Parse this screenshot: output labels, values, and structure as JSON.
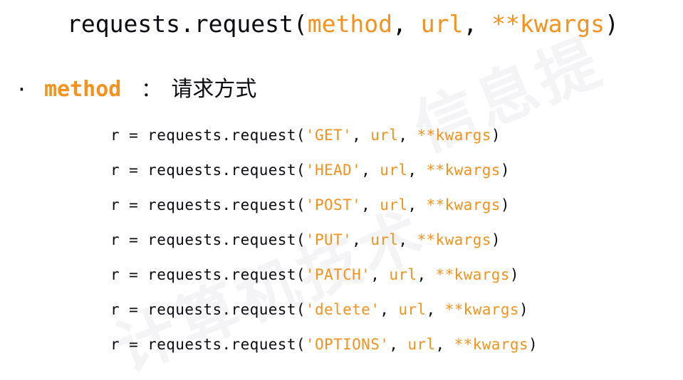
{
  "meta": {
    "accent_color": "#f5921e",
    "text_color": "#0b0b12",
    "background_color": "#ffffff",
    "watermark_color": "#f4f4f6"
  },
  "watermark": {
    "line_a": "信息提",
    "line_b": "计算机技术"
  },
  "title": {
    "prefix": "requests.request(",
    "arg1": "method",
    "sep1": ", ",
    "arg2": "url",
    "sep2": ", ",
    "arg3": "**kwargs",
    "suffix": ")"
  },
  "bullet": {
    "dot": "·",
    "key": "method",
    "separator": "：",
    "value": "请求方式"
  },
  "code": {
    "prefix": "r = requests.request(",
    "comma": ", ",
    "url_arg": "url",
    "kwargs_arg": "**kwargs",
    "suffix": ")",
    "lines": [
      {
        "method": "'GET'"
      },
      {
        "method": "'HEAD'"
      },
      {
        "method": "'POST'"
      },
      {
        "method": "'PUT'"
      },
      {
        "method": "'PATCH'"
      },
      {
        "method": "'delete'"
      },
      {
        "method": "'OPTIONS'"
      }
    ]
  }
}
